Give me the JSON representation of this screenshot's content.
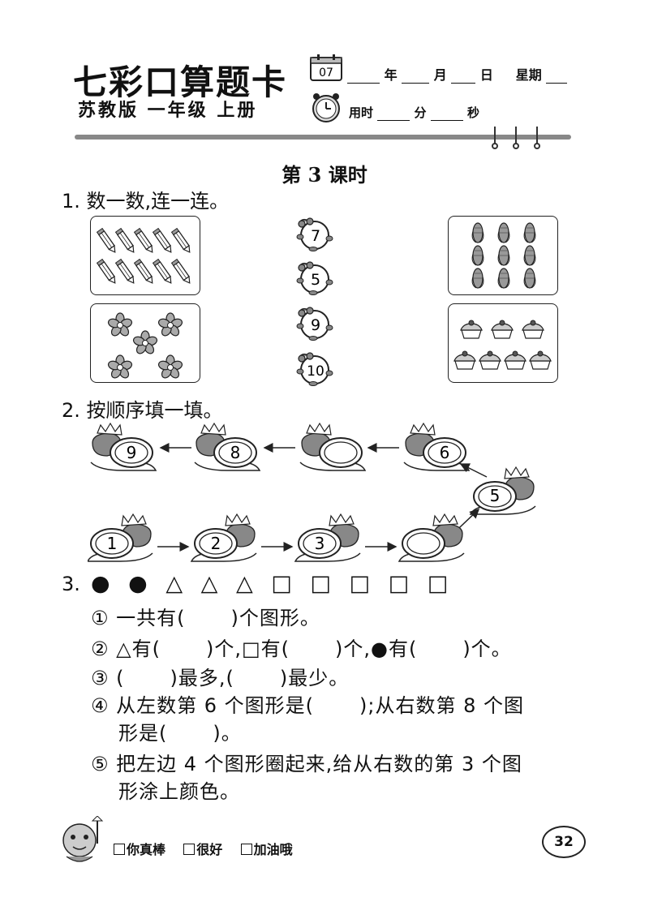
{
  "header": {
    "brand": "七彩口算题卡",
    "edition": "苏教版  一年级  上册",
    "calendar_day": "07",
    "year": "年",
    "month": "月",
    "day": "日",
    "weekday": "星期",
    "time_used": "用时",
    "minute": "分",
    "second": "秒"
  },
  "lesson_title": "第 3 课时",
  "q1": {
    "number": "1.",
    "prompt": "数一数,连一连。",
    "left_groups": [
      {
        "item": "pencil",
        "count": 10
      },
      {
        "item": "flower",
        "count": 5
      }
    ],
    "frog_numbers": [
      "7",
      "5",
      "9",
      "10"
    ],
    "right_groups": [
      {
        "item": "corn",
        "count": 9
      },
      {
        "item": "cake",
        "count": 7
      }
    ]
  },
  "q2": {
    "number": "2.",
    "prompt": "按顺序填一填。",
    "top_row": [
      "9",
      "8",
      "",
      "6"
    ],
    "middle": "5",
    "bottom_row": [
      "1",
      "2",
      "3",
      ""
    ]
  },
  "q3": {
    "number": "3.",
    "shapes": [
      "●",
      "●",
      "△",
      "△",
      "△",
      "□",
      "□",
      "□",
      "□",
      "□"
    ],
    "sub": [
      {
        "mark": "①",
        "text_a": "一共有(",
        "text_b": ")个图形。"
      },
      {
        "mark": "②",
        "text_a": "△有(",
        "text_b": ")个,□有(",
        "text_c": ")个,●有(",
        "text_d": ")个。"
      },
      {
        "mark": "③",
        "text_a": "(",
        "text_b": ")最多,(",
        "text_c": ")最少。"
      },
      {
        "mark": "④",
        "text_a": "从左数第 6 个图形是(",
        "text_b": ");从右数第 8 个图",
        "text_c": "形是(",
        "text_d": ")。"
      },
      {
        "mark": "⑤",
        "text_a": "把左边 4 个图形圈起来,给从右数的第 3 个图",
        "text_b": "形涂上颜色。"
      }
    ]
  },
  "footer": {
    "options": [
      "你真棒",
      "很好",
      "加油哦"
    ],
    "page_number": "32"
  }
}
